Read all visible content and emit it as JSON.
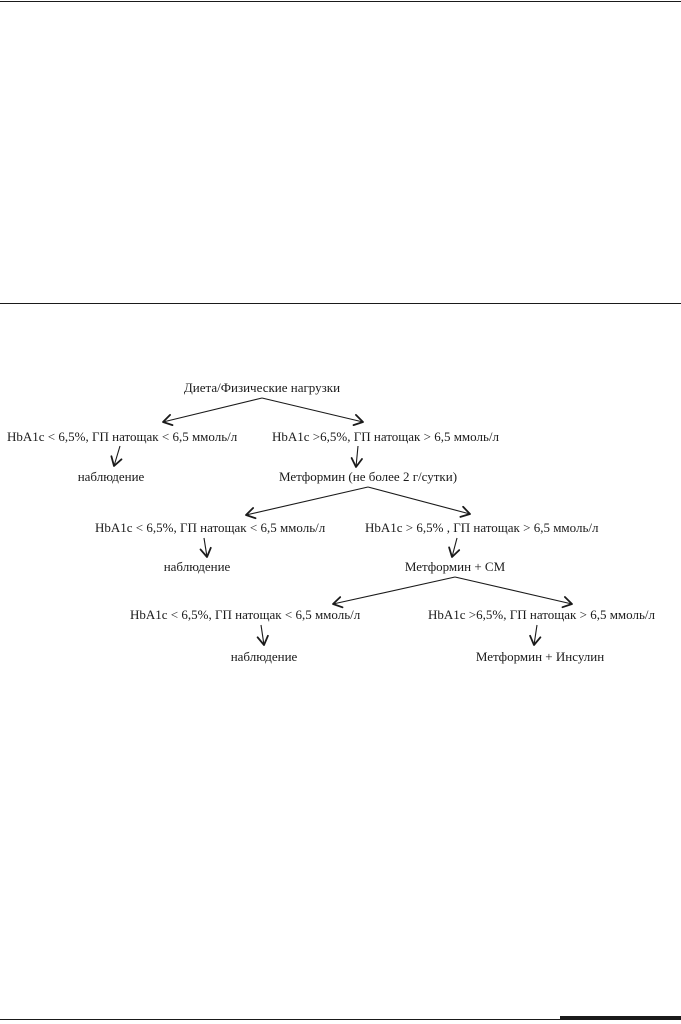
{
  "flowchart": {
    "nodes": {
      "start": "Диета/Физические нагрузки",
      "l1_left": "HbA1c < 6,5%, ГП натощак < 6,5 ммоль/л",
      "l1_right": "HbA1c >6,5%, ГП натощак > 6,5 ммоль/л",
      "l1_left_result": "наблюдение",
      "l2_step": "Метформин (не более 2 г/сутки)",
      "l2_left": "HbA1c < 6,5%, ГП натощак < 6,5 ммоль/л",
      "l2_right": "HbA1c > 6,5% , ГП натощак > 6,5 ммоль/л",
      "l2_left_result": "наблюдение",
      "l3_step": "Метформин + СМ",
      "l3_left": "HbA1c < 6,5%, ГП натощак < 6,5 ммоль/л",
      "l3_right": "HbA1c >6,5%, ГП натощак > 6,5 ммоль/л",
      "l3_left_result": "наблюдение",
      "l3_right_result": "Метформин + Инсулин"
    }
  }
}
